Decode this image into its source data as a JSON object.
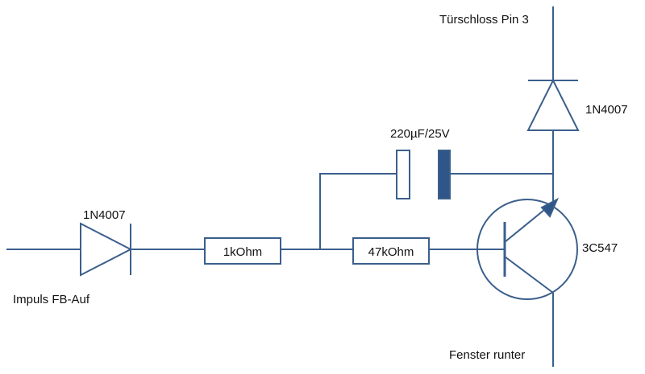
{
  "colors": {
    "wire": "#3b5f8c",
    "capacitor_fill": "#2e5688",
    "background": "#ffffff",
    "text": "#111111"
  },
  "labels": {
    "input": "Impuls FB-Auf",
    "diode_left": "1N4007",
    "resistor_1": "1kOhm",
    "resistor_2": "47kOhm",
    "capacitor": "220µF/25V",
    "diode_top": "1N4007",
    "transistor": "3C547",
    "top_terminal": "Türschloss Pin 3",
    "bottom_terminal": "Fenster runter"
  }
}
